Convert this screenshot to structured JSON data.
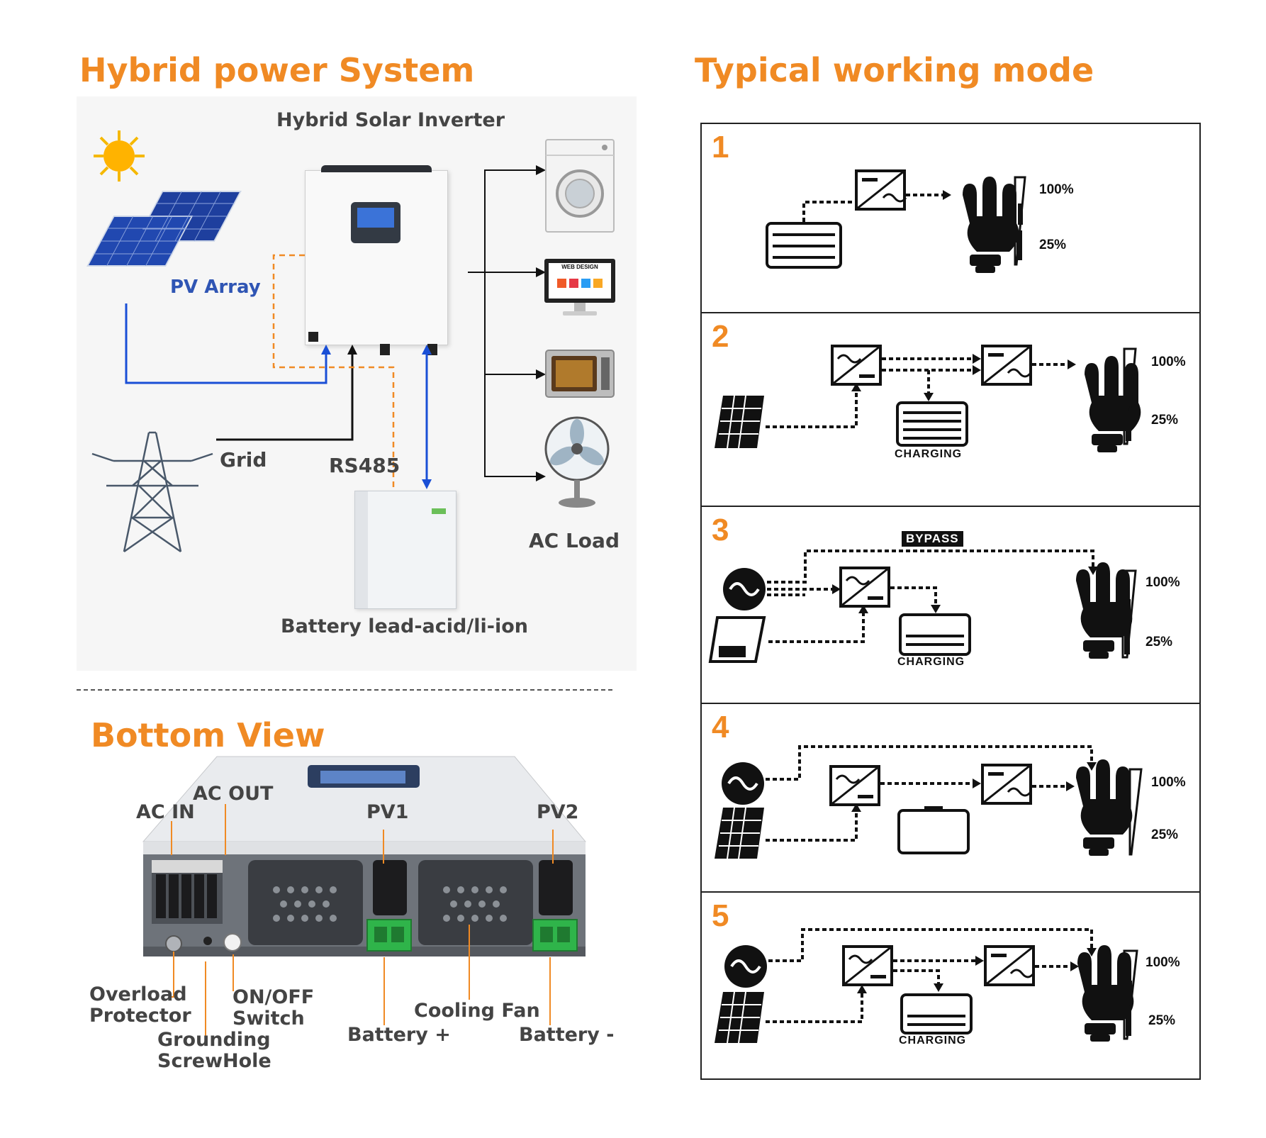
{
  "left_title": "Hybrid power System",
  "right_title": "Typical working mode",
  "system_diagram": {
    "inverter_label": "Hybrid Solar Inverter",
    "pv_label": "PV Array",
    "grid_label": "Grid",
    "rs485_label": "RS485",
    "ac_load_label": "AC Load",
    "battery_label": "Battery lead-acid/li-ion",
    "monitor_text": "WEB DESIGN"
  },
  "bottom_view": {
    "title": "Bottom View",
    "labels": {
      "ac_in": "AC IN",
      "ac_out": "AC OUT",
      "pv1": "PV1",
      "pv2": "PV2",
      "overload_protector": "Overload\nProtector",
      "on_off_switch": "ON/OFF\nSwitch",
      "grounding_screwhole": "Grounding\nScrewHole",
      "battery_plus": "Battery +",
      "cooling_fan": "Cooling Fan",
      "battery_minus": "Battery -"
    }
  },
  "working_modes": [
    {
      "number": "1",
      "pct_high": "100%",
      "pct_low": "25%"
    },
    {
      "number": "2",
      "pct_high": "100%",
      "pct_low": "25%",
      "battery_text": "CHARGING"
    },
    {
      "number": "3",
      "pct_high": "100%",
      "pct_low": "25%",
      "battery_text": "CHARGING",
      "bypass_text": "BYPASS"
    },
    {
      "number": "4",
      "pct_high": "100%",
      "pct_low": "25%"
    },
    {
      "number": "5",
      "pct_high": "100%",
      "pct_low": "25%",
      "battery_text": "CHARGING"
    }
  ],
  "colors": {
    "accent": "#f08a24",
    "flow_blue": "#1a4fd6",
    "dash_orange": "#f08a24"
  }
}
